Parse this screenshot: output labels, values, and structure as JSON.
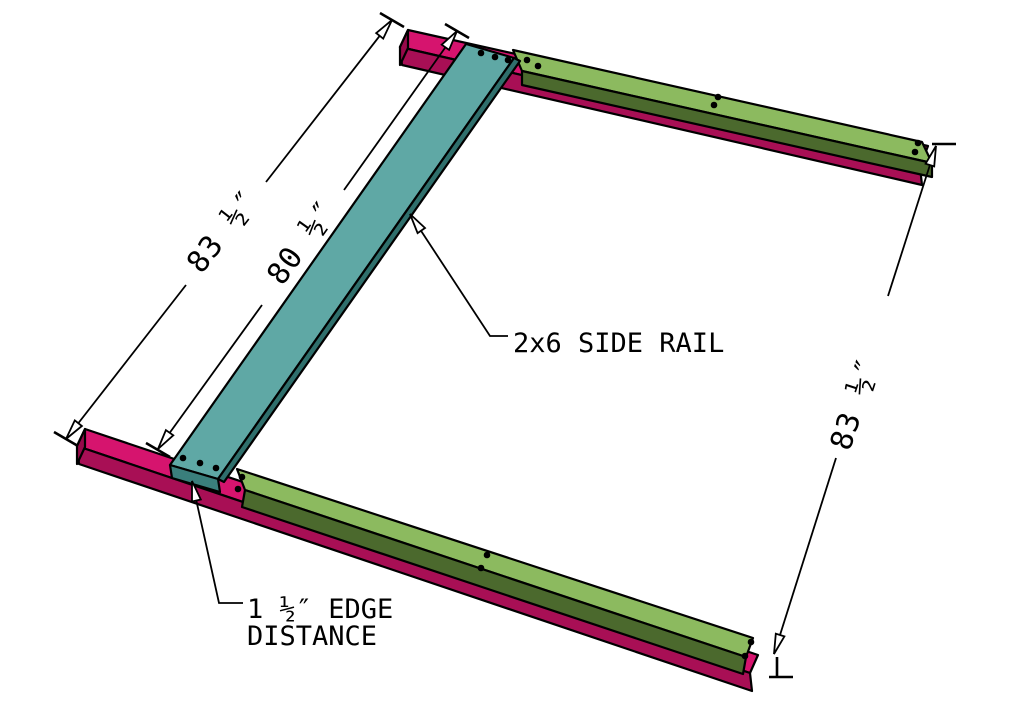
{
  "diagram": {
    "type": "exploded assembly drawing (bed frame corner plan)",
    "labels": {
      "dim_left_outer": "83 ½″",
      "dim_left_inner": "80 ½″",
      "dim_right": "83 ½″",
      "side_rail": "2x6 SIDE RAIL",
      "edge_line1": "1 ½″ EDGE",
      "edge_line2": "DISTANCE"
    },
    "parts": {
      "cross_rail": "2x6 cross rail (teal)",
      "top_side_rail": "2x6 side rail (green, top)",
      "bottom_side_rail": "2x6 side rail (green, bottom)",
      "top_bed_rail": "bed rail (magenta, top)",
      "bottom_bed_rail": "bed rail (magenta, bottom)"
    },
    "colors": {
      "background": "#ffffff",
      "line": "#000000",
      "teal_top": "#5FA8A5",
      "teal_edge": "#2F6F6C",
      "teal_end": "#3A7F7C",
      "green_top": "#8CBA5F",
      "green_side": "#4B692D",
      "magenta_top": "#D6146E",
      "magenta_side": "#A80F55",
      "magenta_end": "#96094A"
    }
  }
}
